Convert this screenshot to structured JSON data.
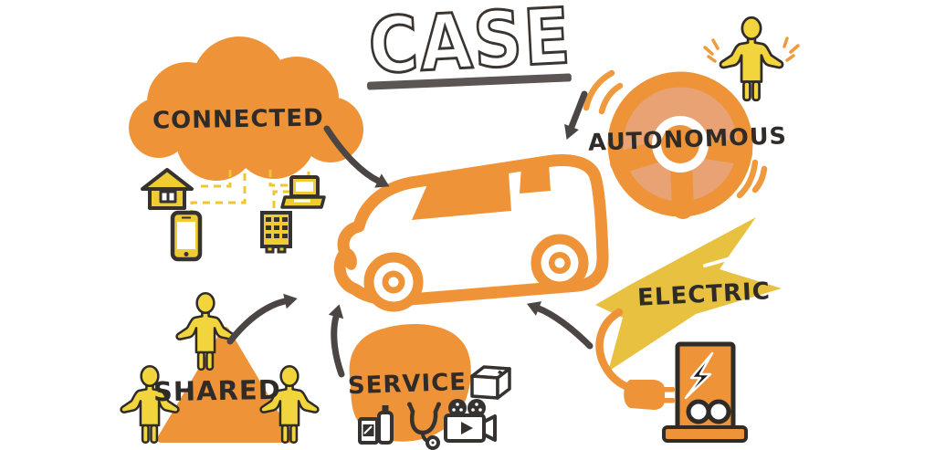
{
  "title": {
    "text": "CASE"
  },
  "concepts": {
    "connected": {
      "label": "CONNECTED",
      "icons": [
        "cloud-icon",
        "house-icon",
        "smartphone-icon",
        "laptop-icon",
        "building-icon"
      ]
    },
    "autonomous": {
      "label": "AUTONOMOUS",
      "icons": [
        "steering-wheel-icon",
        "hands-free-driver-icon"
      ]
    },
    "electric": {
      "label": "ELECTRIC",
      "icons": [
        "lightning-bolt-icon",
        "charging-station-icon",
        "power-plug-icon"
      ]
    },
    "shared": {
      "label": "SHARED",
      "icons": [
        "triangle-icon",
        "person-icon",
        "person-icon",
        "person-icon"
      ]
    },
    "service": {
      "label": "SERVICE",
      "icons": [
        "service-blob-icon",
        "package-box-icon",
        "drinks-icon",
        "stethoscope-icon",
        "film-camera-icon"
      ]
    }
  },
  "center": {
    "icon": "car-icon"
  },
  "colors": {
    "orange": "#EE9338",
    "salmon": "#E8A273",
    "yellow": "#F2D43C",
    "device_yellow": "#F0CC33",
    "mustard": "#E7C13F",
    "ink": "#2F2B28",
    "arrow": "#4B4644",
    "underline": "#5B5653",
    "white": "#FFFFFF"
  }
}
